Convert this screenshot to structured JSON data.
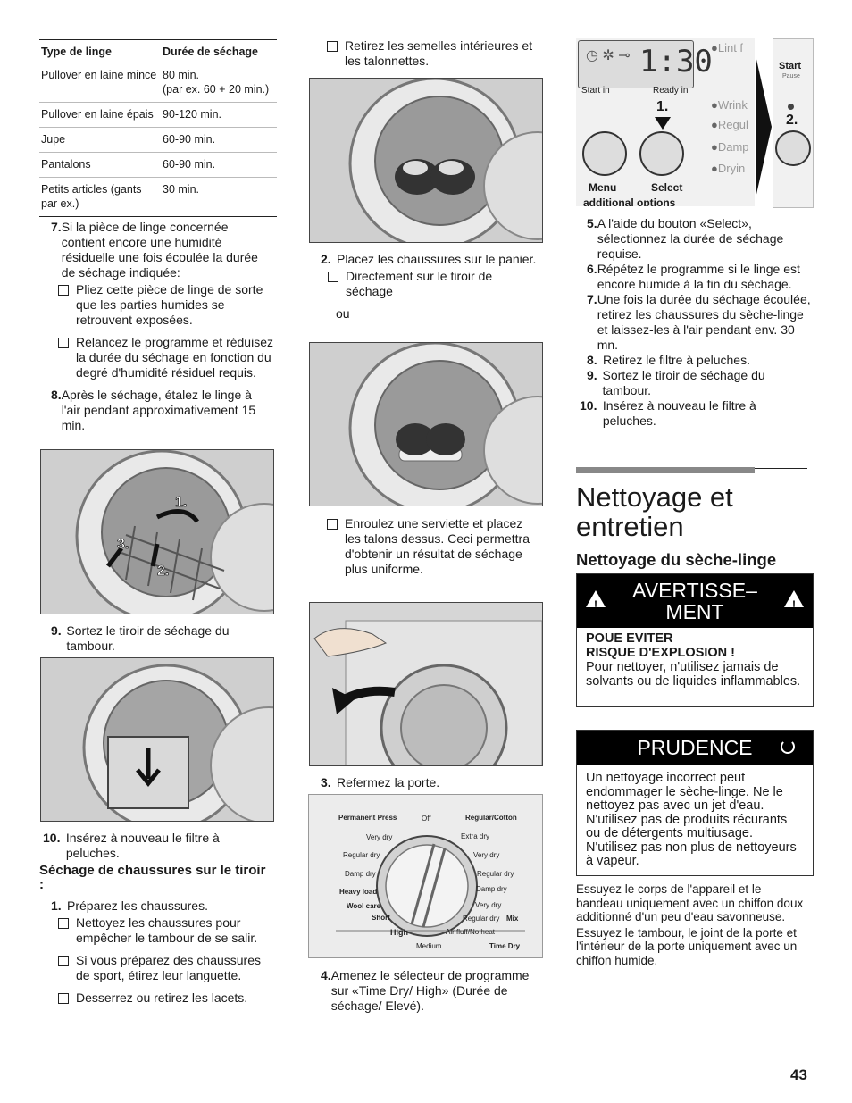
{
  "table": {
    "headers": [
      "Type de linge",
      "Durée de séchage"
    ],
    "rows": [
      [
        "Pullover en laine mince",
        "80 min.",
        "(par ex. 60 + 20 min.)"
      ],
      [
        "Pullover en laine épais",
        "90-120 min.",
        ""
      ],
      [
        "Jupe",
        "60-90 min.",
        ""
      ],
      [
        "Pantalons",
        "60-90 min.",
        ""
      ],
      [
        "Petits articles (gants par ex.)",
        "30 min.",
        ""
      ]
    ]
  },
  "col1": {
    "step7_num": "7.",
    "step7": "Si la pièce de linge concernée contient encore une humidité résiduelle une fois écoulée la durée de séchage indiquée:",
    "step7_a": "Pliez cette pièce de linge de sorte que les parties humides se retrouvent exposées.",
    "step7_b": "Relancez le programme et réduisez la durée du séchage en fonction du degré d'humidité résiduel requis.",
    "step8_num": "8.",
    "step8": "Après le séchage, étalez le linge à l'air pendant approximativement 15 min.",
    "fig1_labels": [
      "1.",
      "2.",
      "3."
    ],
    "step9_num": "9.",
    "step9": "Sortez le tiroir de séchage du tambour.",
    "step10_num": "10.",
    "step10": "Insérez à nouveau le filtre à peluches.",
    "shoes_heading": "Séchage de chaussures sur le tiroir :",
    "shoes1_num": "1.",
    "shoes1": "Préparez les chaussures.",
    "shoes1_a": "Nettoyez les chaussures pour empêcher le tambour de se salir.",
    "shoes1_b": "Si vous préparez des chaussures de sport, étirez leur languette.",
    "shoes1_c": "Desserrez ou retirez les lacets."
  },
  "col2": {
    "bullet_soles": "Retirez les semelles intérieures et les talonnettes.",
    "step2_num": "2.",
    "step2": "Placez les chaussures sur le panier.",
    "step2_a": "Directement sur le tiroir de séchage",
    "or": "ou",
    "bullet_towel": "Enroulez une serviette et placez les talons dessus. Ceci permettra d'obtenir un résultat de séchage plus uniforme.",
    "step3_num": "3.",
    "step3": "Refermez la porte.",
    "dial": {
      "permanent": "Permanent Press",
      "off": "Off",
      "regular": "Regular/Cotton",
      "l1": "Very dry",
      "l2": "Regular dry",
      "l3": "Damp dry",
      "r1": "Extra dry",
      "r2": "Very dry",
      "r3": "Regular dry",
      "r4": "Damp dry",
      "heavy": "Heavy load",
      "wool": "Wool care",
      "short": "Short",
      "r5": "Very dry",
      "r6": "Regular dry",
      "mix": "Mix",
      "high": "High",
      "medium": "Medium",
      "airfluff": "Air fluff/No heat",
      "timedry": "Time Dry"
    },
    "step4_num": "4.",
    "step4": "Amenez le sélecteur de programme sur «Time Dry/ High» (Durée de séchage/ Elevé)."
  },
  "panel": {
    "display": "1:30",
    "start_in": "Start in",
    "ready_in": "Ready in",
    "menu": "Menu",
    "select": "Select",
    "additional": "additional options",
    "lint": "Lint f",
    "wrinkle": "Wrink",
    "regular": "Regul",
    "damp": "Damp",
    "drying": "Dryin",
    "start": "Start",
    "pause": "Pause",
    "label1": "1.",
    "label2": "2."
  },
  "col3": {
    "step5_num": "5.",
    "step5": "A l'aide du bouton «Select», sélectionnez la durée de séchage requise.",
    "step6_num": "6.",
    "step6": "Répétez le programme si le linge est encore humide à la fin du séchage.",
    "step7_num": "7.",
    "step7": "Une fois la durée du séchage écoulée, retirez les chaussures du sèche-linge et laissez-les à l'air pendant env. 30 mn.",
    "step8_num": "8.",
    "step8": "Retirez le filtre à peluches.",
    "step9_num": "9.",
    "step9": "Sortez le tiroir de séchage du tambour.",
    "step10_num": "10.",
    "step10": "Insérez à nouveau le filtre à peluches.",
    "title_line1": "Nettoyage et",
    "title_line2": "entretien",
    "subtitle": "Nettoyage du sèche-linge",
    "warn_title1": "AVERTISSE–",
    "warn_title2": "MENT",
    "warn_bold1": "POUE EVITER",
    "warn_bold2": "RISQUE D'EXPLOSION !",
    "warn_text": "Pour nettoyer, n'utilisez jamais de solvants ou de liquides inflammables.",
    "caution_title": "PRUDENCE",
    "caution_text": "Un nettoyage incorrect peut endommager le sèche-linge. Ne le nettoyez pas avec un jet d'eau. N'utilisez pas de produits récurants ou de détergents multiusage. N'utilisez pas non plus de nettoyeurs à vapeur.",
    "para1": "Essuyez le corps de l'appareil et le bandeau uniquement avec un chiffon doux additionné d'un peu d'eau savonneuse.",
    "para2": "Essuyez le tambour, le joint de la porte et l'intérieur de la porte uniquement avec un chiffon humide."
  },
  "page_number": "43"
}
